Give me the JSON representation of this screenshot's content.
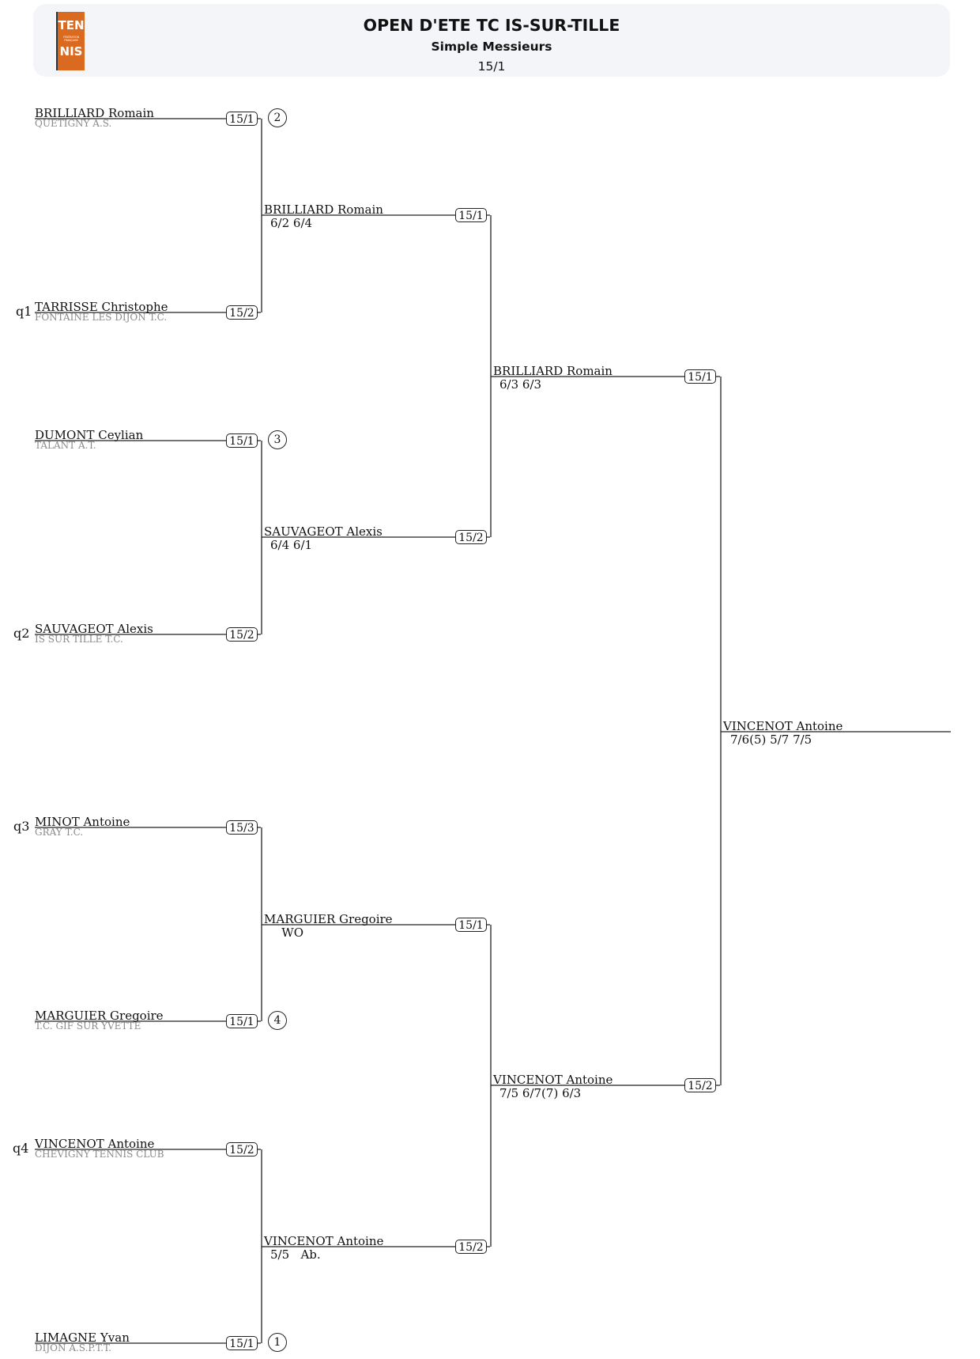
{
  "header": {
    "logo_top": "TEN",
    "logo_small": "FÉDÉRATION FRANÇAISE",
    "logo_bottom": "NIS",
    "title": "OPEN D'ETE TC IS-SUR-TILLE",
    "subtitle": "Simple Messieurs",
    "classification": "15/1"
  },
  "round1": [
    {
      "name": "BRILLIARD Romain",
      "club": "QUETIGNY A.S.",
      "rank": "15/1",
      "seed": "2",
      "qualifier": ""
    },
    {
      "name": "TARRISSE Christophe",
      "club": "FONTAINE LES DIJON T.C.",
      "rank": "15/2",
      "seed": "",
      "qualifier": "q1"
    },
    {
      "name": "DUMONT Ceylian",
      "club": "TALANT A.T.",
      "rank": "15/1",
      "seed": "3",
      "qualifier": ""
    },
    {
      "name": "SAUVAGEOT Alexis",
      "club": "IS SUR TILLE T.C.",
      "rank": "15/2",
      "seed": "",
      "qualifier": "q2"
    },
    {
      "name": "MINOT Antoine",
      "club": "GRAY T.C.",
      "rank": "15/3",
      "seed": "",
      "qualifier": "q3"
    },
    {
      "name": "MARGUIER Gregoire",
      "club": "T.C. GIF SUR YVETTE",
      "rank": "15/1",
      "seed": "4",
      "qualifier": ""
    },
    {
      "name": "VINCENOT Antoine",
      "club": "CHEVIGNY TENNIS CLUB",
      "rank": "15/2",
      "seed": "",
      "qualifier": "q4"
    },
    {
      "name": "LIMAGNE Yvan",
      "club": "DIJON A.S.P.T.T.",
      "rank": "15/1",
      "seed": "1",
      "qualifier": ""
    }
  ],
  "round2": [
    {
      "name": "BRILLIARD Romain",
      "score": "6/2 6/4",
      "rank": "15/1"
    },
    {
      "name": "SAUVAGEOT Alexis",
      "score": "6/4 6/1",
      "rank": "15/2"
    },
    {
      "name": "MARGUIER Gregoire",
      "score": "   WO",
      "rank": "15/1"
    },
    {
      "name": "VINCENOT Antoine",
      "score": "5/5   Ab.",
      "rank": "15/2"
    }
  ],
  "round3": [
    {
      "name": "BRILLIARD Romain",
      "score": "6/3 6/3",
      "rank": "15/1"
    },
    {
      "name": "VINCENOT Antoine",
      "score": "7/5 6/7(7) 6/3",
      "rank": "15/2"
    }
  ],
  "final": {
    "name": "VINCENOT Antoine",
    "score": "7/6(5) 5/7 7/5"
  }
}
